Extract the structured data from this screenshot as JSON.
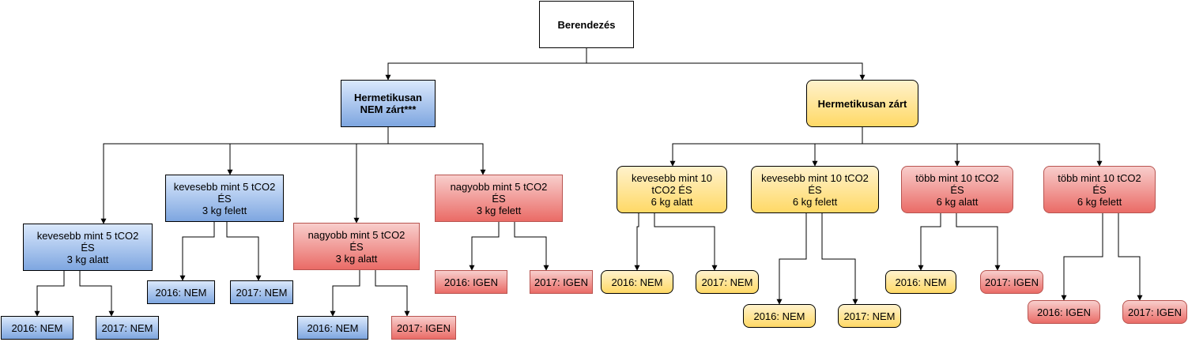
{
  "root": {
    "label": "Berendezés"
  },
  "branches": {
    "nem_zart": {
      "label_line1": "Hermetikusan",
      "label_line2": "NEM zárt***",
      "a": {
        "line1": "kevesebb mint 5 tCO2",
        "line2": "ÉS",
        "line3": "3 kg alatt",
        "y2016": "2016: NEM",
        "y2017": "2017: NEM"
      },
      "b": {
        "line1": "kevesebb mint 5 tCO2",
        "line2": "ÉS",
        "line3": "3 kg felett",
        "y2016": "2016: NEM",
        "y2017": "2017: NEM"
      },
      "c": {
        "line1": "nagyobb mint 5 tCO2",
        "line2": "ÉS",
        "line3": "3 kg alatt",
        "y2016": "2016: NEM",
        "y2017": "2017: IGEN"
      },
      "d": {
        "line1": "nagyobb mint 5 tCO2",
        "line2": "ÉS",
        "line3": "3 kg felett",
        "y2016": "2016: IGEN",
        "y2017": "2017: IGEN"
      }
    },
    "zart": {
      "label": "Hermetikusan zárt",
      "a": {
        "line1": "kevesebb mint 10",
        "line2": "tCO2 ÉS",
        "line3": "6 kg alatt",
        "y2016": "2016: NEM",
        "y2017": "2017: NEM"
      },
      "b": {
        "line1": "kevesebb mint 10 tCO2",
        "line2": "ÉS",
        "line3": "6 kg felett",
        "y2016": "2016: NEM",
        "y2017": "2017: NEM"
      },
      "c": {
        "line1": "több mint 10 tCO2",
        "line2": "ÉS",
        "line3": "6 kg alatt",
        "y2016": "2016: NEM",
        "y2017": "2017: IGEN"
      },
      "d": {
        "line1": "több mint 10 tCO2",
        "line2": "ÉS",
        "line3": "6 kg felett",
        "y2016": "2016: IGEN",
        "y2017": "2017: IGEN"
      }
    }
  },
  "colors": {
    "blue": "#7ea6e0",
    "red": "#ea6b66",
    "yellow": "#ffd966"
  }
}
